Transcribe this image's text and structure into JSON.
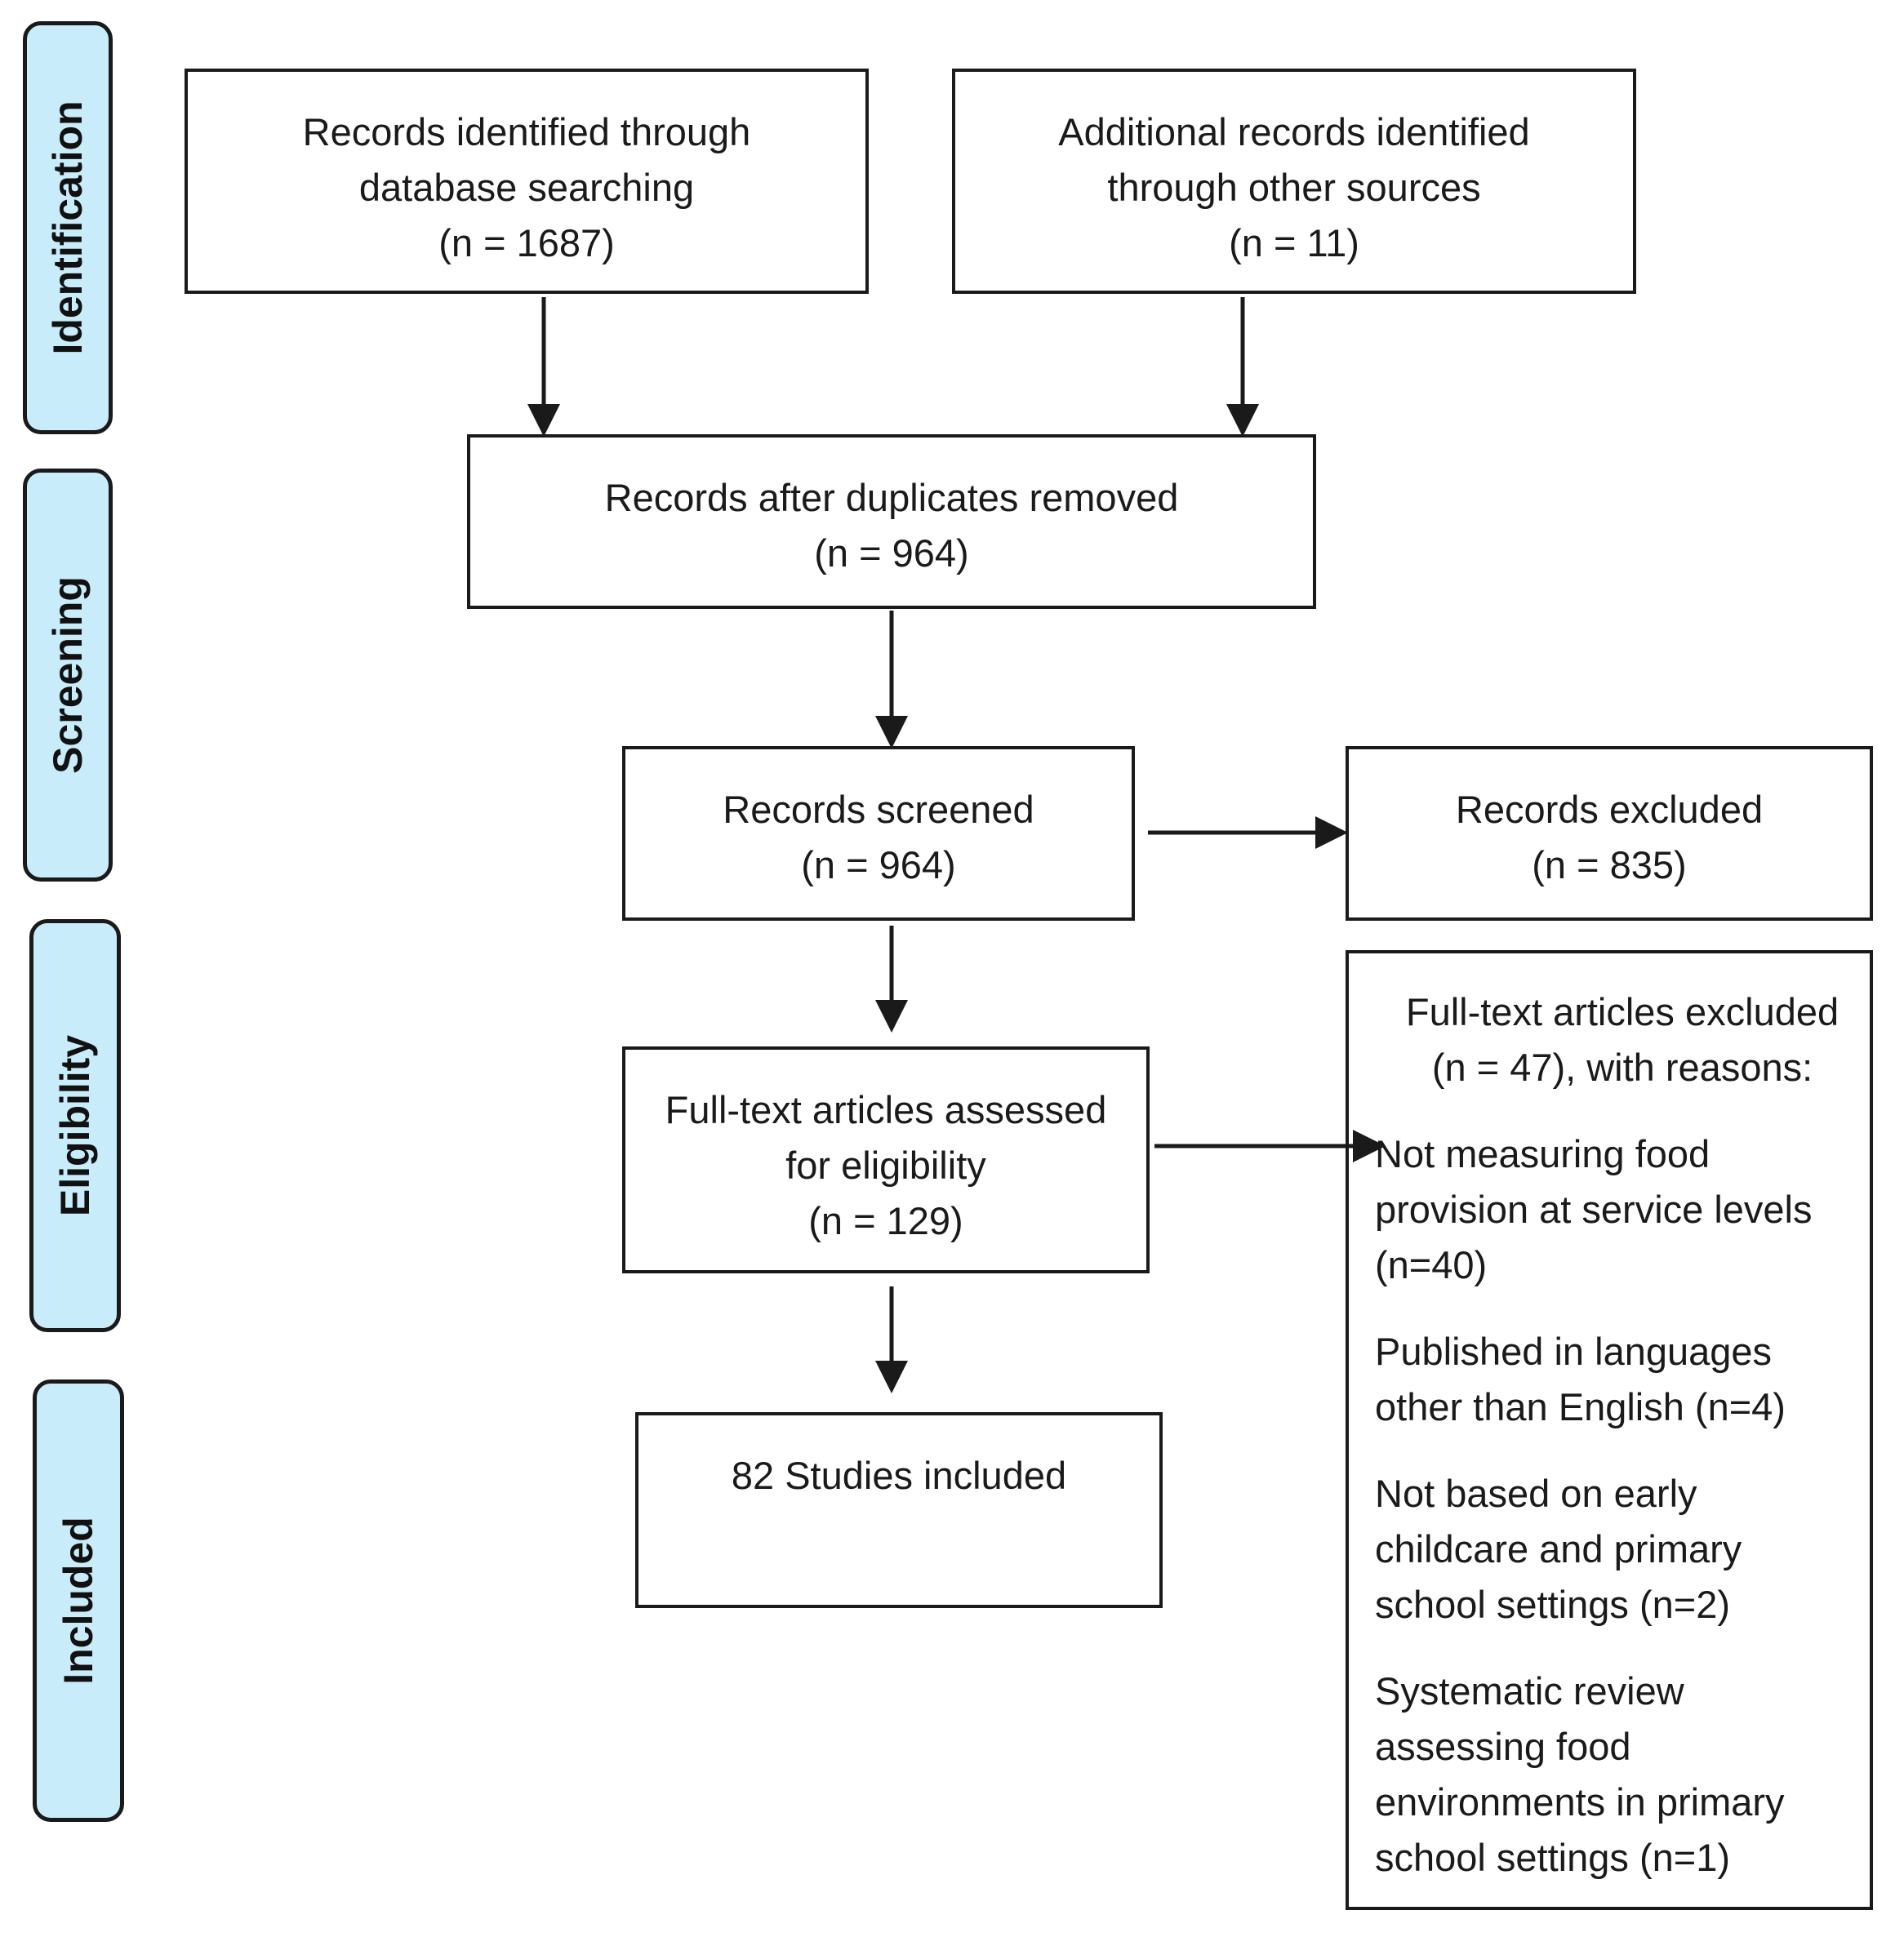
{
  "phases": {
    "identification": "Identification",
    "screening": "Screening",
    "eligibility": "Eligibility",
    "included": "Included"
  },
  "boxes": {
    "database": [
      "Records identified through",
      "database searching",
      "(n = 1687)"
    ],
    "other_sources": [
      "Additional records identified",
      "through other sources",
      "(n = 11)"
    ],
    "duplicates_removed": [
      "Records after duplicates removed",
      "(n = 964)"
    ],
    "screened": [
      "Records screened",
      "(n = 964)"
    ],
    "excluded": [
      "Records excluded",
      "(n = 835)"
    ],
    "full_text_assessed": [
      "Full-text articles assessed",
      "for eligibility",
      "(n = 129)"
    ],
    "included": [
      "82 Studies included"
    ],
    "full_text_excluded": {
      "heading": [
        "Full-text articles excluded",
        "(n = 47), with reasons:"
      ],
      "reasons": [
        [
          "Not measuring food",
          "provision at service levels",
          "(n=40)"
        ],
        [
          "Published in languages",
          "other than English (n=4)"
        ],
        [
          "Not based on early",
          "childcare and primary",
          "school settings (n=2)"
        ],
        [
          "Systematic review",
          "assessing food",
          "environments in primary",
          "school settings (n=1)"
        ]
      ]
    }
  }
}
